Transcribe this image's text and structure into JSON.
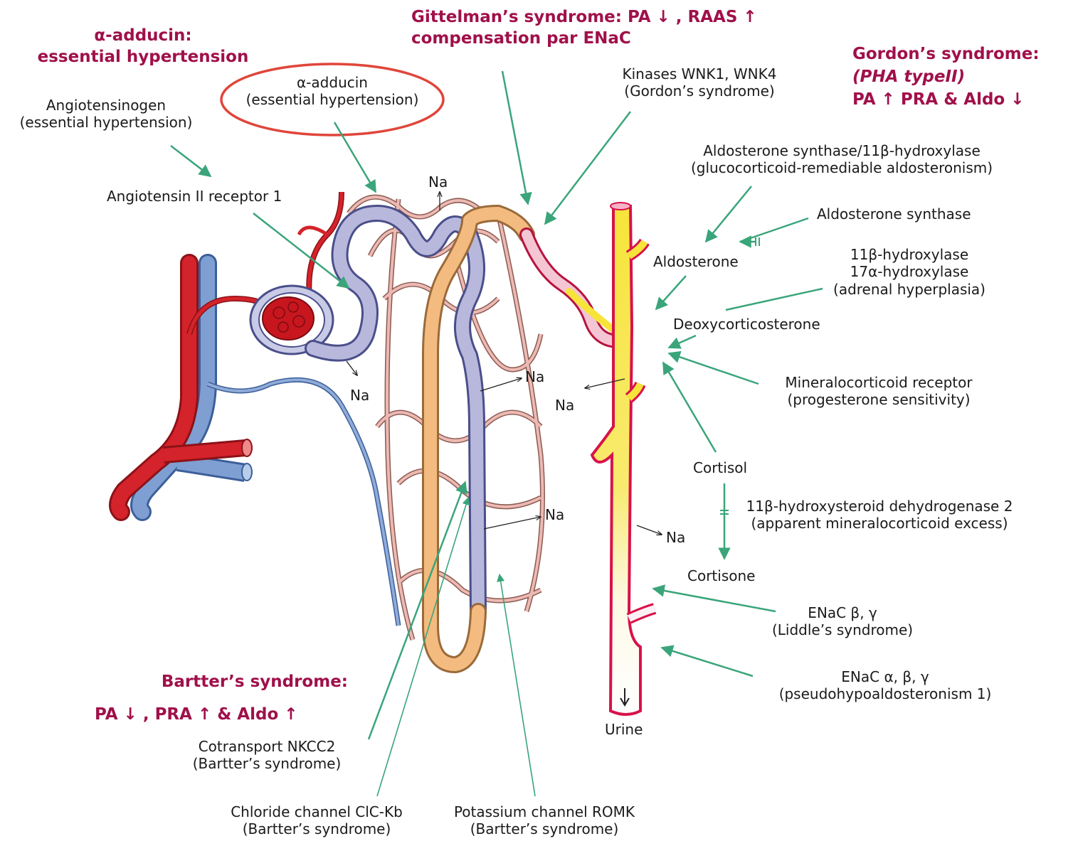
{
  "annotations": {
    "adducin": {
      "line1": "α-adducin:",
      "line2": "essential hypertension"
    },
    "gittelman": {
      "line1": "Gittelman’s syndrome: PA ↓ , RAAS ↑",
      "line2": "compensation par ENaC"
    },
    "gordon": {
      "line1": "Gordon’s syndrome:",
      "line2": "(PHA typeII)",
      "line3": "PA ↑ PRA & Aldo ↓"
    },
    "bartter": {
      "line1": "Bartter’s syndrome:",
      "line2": "PA ↓ , PRA ↑ & Aldo ↑"
    }
  },
  "labels": {
    "angiotensinogen": {
      "l1": "Angiotensinogen",
      "l2": "(essential hypertension)"
    },
    "adducin_circled": {
      "l1": "α-adducin",
      "l2": "(essential hypertension)"
    },
    "at_receptor": "Angiotensin II receptor 1",
    "wnk": {
      "l1": "Kinases WNK1, WNK4",
      "l2": "(Gordon’s syndrome)"
    },
    "aldo_synthase_hydroxylase": {
      "l1": "Aldosterone synthase/11β-hydroxylase",
      "l2": "(glucocorticoid-remediable aldosteronism)"
    },
    "aldo_synthase": "Aldosterone synthase",
    "aldosterone": "Aldosterone",
    "hydroxylases": {
      "l1": "11β-hydroxylase",
      "l2": "17α-hydroxylase",
      "l3": "(adrenal hyperplasia)"
    },
    "doc": "Deoxycorticosterone",
    "mr": {
      "l1": "Mineralocorticoid receptor",
      "l2": "(progesterone sensitivity)"
    },
    "cortisol": "Cortisol",
    "hsd": {
      "l1": "11β-hydroxysteroid dehydrogenase 2",
      "l2": "(apparent mineralocorticoid excess)"
    },
    "cortisone": "Cortisone",
    "enac_liddle": {
      "l1": "ENaC β, γ",
      "l2": "(Liddle’s syndrome)"
    },
    "enac_pha1": {
      "l1": "ENaC α, β, γ",
      "l2": "(pseudohypoaldosteronism 1)"
    },
    "urine": "Urine",
    "nkcc2": {
      "l1": "Cotransport NKCC2",
      "l2": "(Bartter’s syndrome)"
    },
    "clc": {
      "l1": "Chloride channel ClC-Kb",
      "l2": "(Bartter’s syndrome)"
    },
    "romk": {
      "l1": "Potassium channel ROMK",
      "l2": "(Bartter’s syndrome)"
    },
    "na": "Na"
  },
  "colors": {
    "annotation": "#a0104a",
    "arrow": "#3aa57a",
    "artery": "#d4232a",
    "vein": "#6a8ec8",
    "proximal": "#b8b8dc",
    "loop": "#f3bb7f",
    "capillary": "#e9b3ad",
    "collecting": "#f7e43a",
    "circle": "#e0453a"
  }
}
